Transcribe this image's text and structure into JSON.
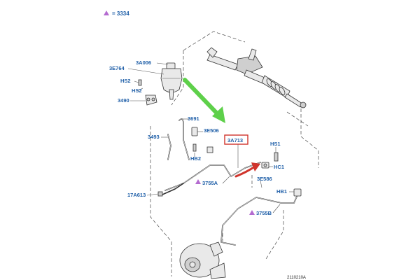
{
  "legend": {
    "marker_color": "#b46bd0",
    "text": "= 3334"
  },
  "colors": {
    "label": "#1f5fa8",
    "highlight_box": "#d0342c",
    "highlight_arrow": "#d0342c",
    "pointer_arrow": "#5ed04a"
  },
  "labels": {
    "3A006": "3A006",
    "3E764": "3E764",
    "HS2_a": "HS2",
    "HS2_b": "HS2",
    "3490": "3490",
    "3691": "3691",
    "3E506": "3E506",
    "3493": "3493",
    "HB2": "HB2",
    "3A713": "3A713",
    "HS1": "HS1",
    "HC1": "HC1",
    "3E586": "3E586",
    "HB1": "HB1",
    "3755A": "3755A",
    "3755B": "3755B",
    "17A613": "17A613"
  },
  "reference_number": "2110210A"
}
